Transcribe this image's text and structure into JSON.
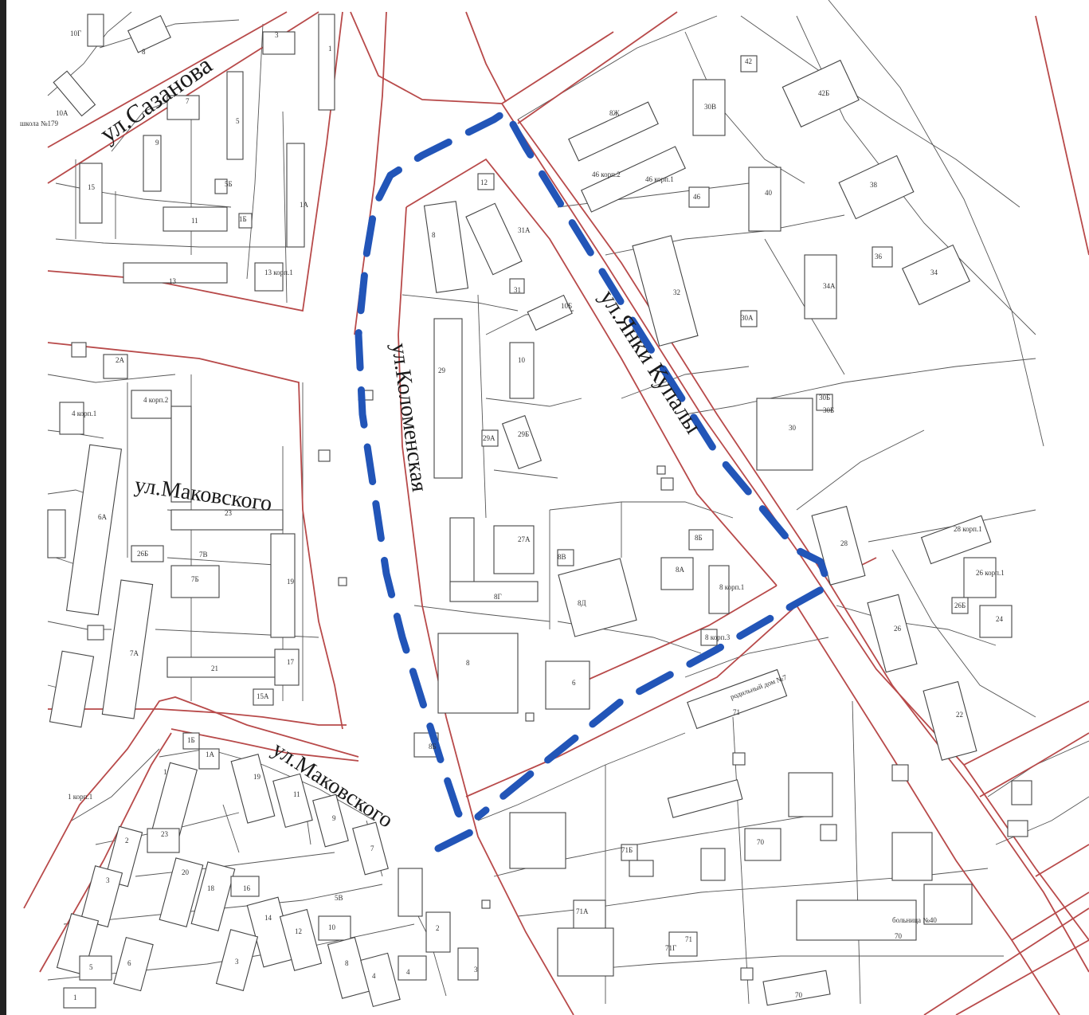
{
  "map": {
    "streets": {
      "sazanova": "ул.Сазанова",
      "kolomenskaya": "ул.Коломенская",
      "yanki_kupaly": "ул.Янки Купалы",
      "makovskogo_1": "ул.Маковского",
      "makovskogo_2": "ул.Маковского"
    },
    "annotations": {
      "school": "школа №179",
      "maternity": "родильный дом №7",
      "hospital": "больница №40"
    },
    "building_numbers": [
      "10Г",
      "8",
      "3",
      "1",
      "7",
      "5",
      "9",
      "15",
      "5Б",
      "1Б",
      "11",
      "1А",
      "13",
      "13 корп.1",
      "10А",
      "2А",
      "4 корп.2",
      "4 корп.1",
      "6А",
      "23",
      "26Б",
      "7В",
      "7Б",
      "19",
      "7А",
      "21",
      "17",
      "15А",
      "1Б",
      "1А",
      "1",
      "1 корп.1",
      "19",
      "11",
      "9",
      "7",
      "2",
      "23",
      "20",
      "18",
      "16",
      "3",
      "5В",
      "14",
      "12",
      "10",
      "4",
      "5",
      "6",
      "3",
      "8",
      "4",
      "2",
      "3",
      "1",
      "8",
      "12",
      "31А",
      "31",
      "10Б",
      "29",
      "10",
      "29А",
      "29Б",
      "27А",
      "8В",
      "8Г",
      "8",
      "6",
      "8Б",
      "8Б",
      "8А",
      "8Д",
      "8 корп.1",
      "8 корп.3",
      "8Ж",
      "46 корп.2",
      "46 корп.1",
      "46",
      "30В",
      "42",
      "42Б",
      "40",
      "38",
      "36",
      "34А",
      "34",
      "32",
      "30А",
      "30Б",
      "30Б",
      "30",
      "28",
      "28 корп.1",
      "26 корп.1",
      "26Б",
      "24",
      "26",
      "22",
      "71",
      "71Б",
      "70",
      "71А",
      "71Г",
      "71",
      "70",
      "70"
    ],
    "colors": {
      "boundary": "#2255b8",
      "red_lines": "#b84a4a",
      "parcels": "#555555"
    }
  }
}
